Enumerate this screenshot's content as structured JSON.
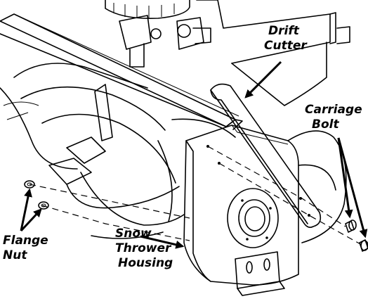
{
  "labels": {
    "drift_cutter": [
      "Drift",
      "Cutter"
    ],
    "carriage_bolt": [
      "Carriage",
      "Bolt"
    ],
    "flange_nut": [
      "Flange",
      "Nut"
    ],
    "snow_thrower_housing": [
      "Snow",
      "Thrower",
      "Housing"
    ]
  },
  "colors": {
    "ink": "#000000",
    "paper": "#ffffff"
  }
}
